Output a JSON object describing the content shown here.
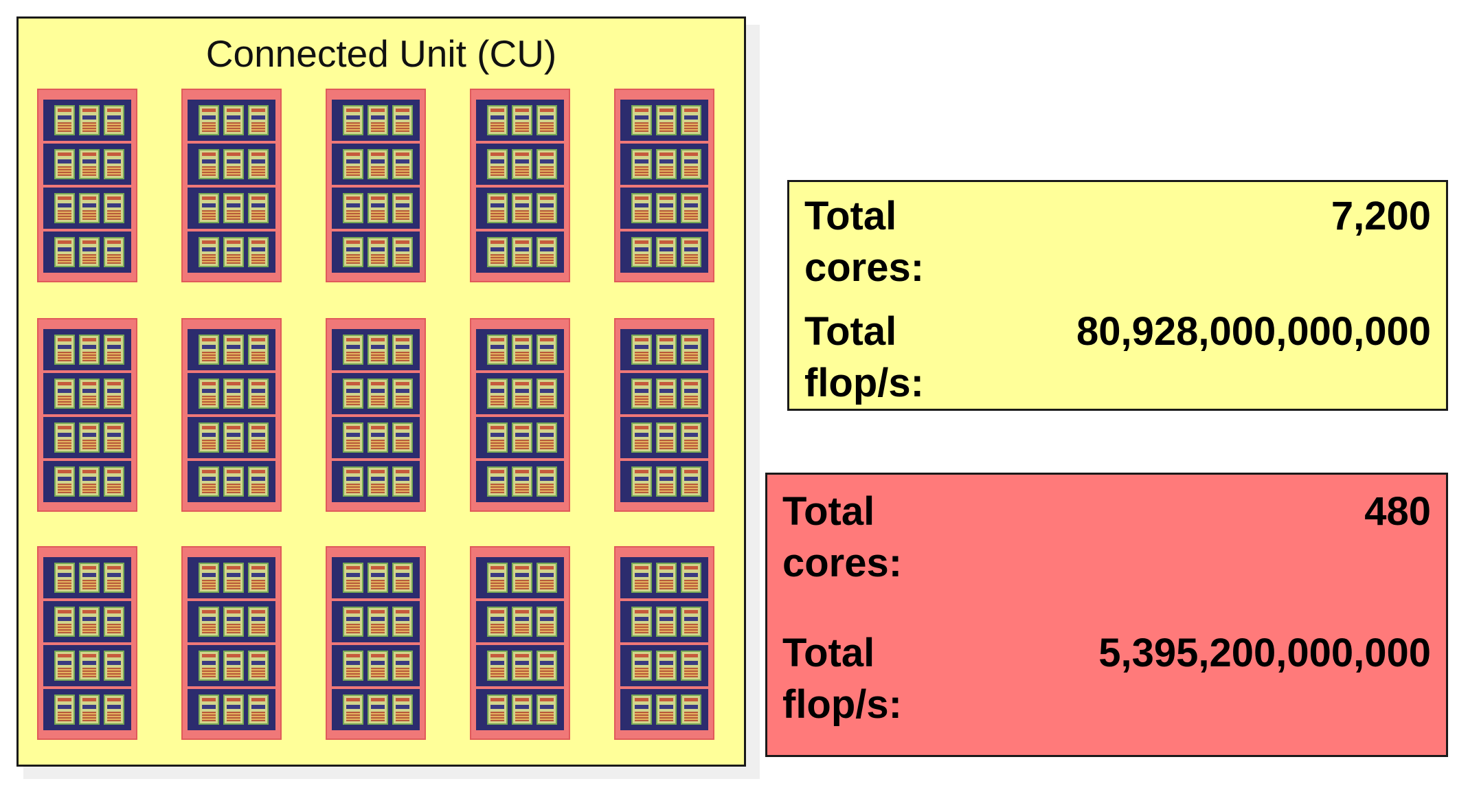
{
  "connected_unit": {
    "title": "Connected Unit (CU)",
    "rack_rows": 3,
    "racks_per_row": 5,
    "shelves_per_rack": 4,
    "nodes_per_shelf": 3,
    "colors": {
      "unit_background": "#ffff99",
      "rack": "#f07878",
      "shelf": "#2c2c6e",
      "node": "#d2d58c"
    }
  },
  "node_stats": {
    "cores_label": "Total\ncores:",
    "cores_value": "7,200",
    "flops_label": "Total\nflop/s:",
    "flops_value": "80,928,000,000,000",
    "color": "#ffff99"
  },
  "rack_stats": {
    "cores_label": "Total\ncores:",
    "cores_value": "480",
    "flops_label": "Total\nflop/s:",
    "flops_value": "5,395,200,000,000",
    "color": "#ff7a7a"
  }
}
